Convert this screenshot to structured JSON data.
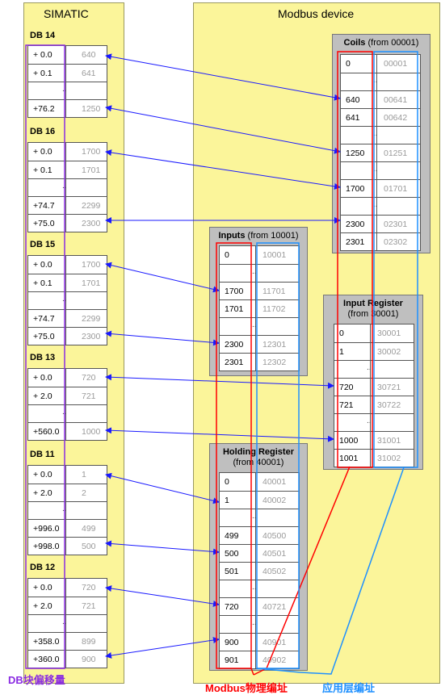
{
  "simatic": {
    "title": "SIMATIC",
    "dbs": [
      {
        "name": "DB 14",
        "rows": [
          {
            "k": "+ 0.0",
            "v": "640"
          },
          {
            "k": "+ 0.1",
            "v": "641"
          },
          {
            "k": "",
            "v": "",
            ":": ""
          },
          {
            "k": "+76.2",
            "v": "1250"
          }
        ]
      },
      {
        "name": "DB 16",
        "rows": [
          {
            "k": "+ 0.0",
            "v": "1700"
          },
          {
            "k": "+ 0.1",
            "v": "1701"
          },
          {
            "k": "",
            "v": ""
          },
          {
            "k": "+74.7",
            "v": "2299"
          },
          {
            "k": "+75.0",
            "v": "2300"
          }
        ]
      },
      {
        "name": "DB 15",
        "rows": [
          {
            "k": "+ 0.0",
            "v": "1700"
          },
          {
            "k": "+ 0.1",
            "v": "1701"
          },
          {
            "k": "",
            "v": ""
          },
          {
            "k": "+74.7",
            "v": "2299"
          },
          {
            "k": "+75.0",
            "v": "2300"
          }
        ]
      },
      {
        "name": "DB 13",
        "rows": [
          {
            "k": "+ 0.0",
            "v": "720"
          },
          {
            "k": "+ 2.0",
            "v": "721"
          },
          {
            "k": "",
            "v": ""
          },
          {
            "k": "+560.0",
            "v": "1000"
          }
        ]
      },
      {
        "name": "DB 11",
        "rows": [
          {
            "k": "+ 0.0",
            "v": "1"
          },
          {
            "k": "+ 2.0",
            "v": "2"
          },
          {
            "k": "",
            "v": ""
          },
          {
            "k": "+996.0",
            "v": "499"
          },
          {
            "k": "+998.0",
            "v": "500"
          }
        ]
      },
      {
        "name": "DB 12",
        "rows": [
          {
            "k": "+ 0.0",
            "v": "720"
          },
          {
            "k": "+ 2.0",
            "v": "721"
          },
          {
            "k": "",
            "v": ""
          },
          {
            "k": "+358.0",
            "v": "899"
          },
          {
            "k": "+360.0",
            "v": "900"
          }
        ]
      }
    ]
  },
  "modbus": {
    "title": "Modbus device",
    "coils": {
      "name": "Coils",
      "sub": "(from 00001)",
      "rows": [
        {
          "k": "0",
          "v": "00001"
        },
        {
          "k": "",
          "v": ""
        },
        {
          "k": "640",
          "v": "00641"
        },
        {
          "k": "641",
          "v": "00642"
        },
        {
          "k": "",
          "v": ""
        },
        {
          "k": "1250",
          "v": "01251"
        },
        {
          "k": "",
          "v": ""
        },
        {
          "k": "1700",
          "v": "01701"
        },
        {
          "k": "",
          "v": ""
        },
        {
          "k": "2300",
          "v": "02301"
        },
        {
          "k": "2301",
          "v": "02302"
        }
      ]
    },
    "inputs": {
      "name": "Inputs",
      "sub": "(from 10001)",
      "rows": [
        {
          "k": "0",
          "v": "10001"
        },
        {
          "k": "",
          "v": ""
        },
        {
          "k": "1700",
          "v": "11701"
        },
        {
          "k": "1701",
          "v": "11702"
        },
        {
          "k": "",
          "v": ""
        },
        {
          "k": "2300",
          "v": "12301"
        },
        {
          "k": "2301",
          "v": "12302"
        }
      ]
    },
    "input_register": {
      "name": "Input Register",
      "sub": "(from 30001)",
      "rows": [
        {
          "k": "0",
          "v": "30001"
        },
        {
          "k": "1",
          "v": "30002"
        },
        {
          "k": "",
          "v": ""
        },
        {
          "k": "720",
          "v": "30721"
        },
        {
          "k": "721",
          "v": "30722"
        },
        {
          "k": "",
          "v": ""
        },
        {
          "k": "1000",
          "v": "31001"
        },
        {
          "k": "1001",
          "v": "31002"
        }
      ]
    },
    "holding_register": {
      "name": "Holding Register",
      "sub": "(from 40001)",
      "rows": [
        {
          "k": "0",
          "v": "40001"
        },
        {
          "k": "1",
          "v": "40002"
        },
        {
          "k": "",
          "v": ""
        },
        {
          "k": "499",
          "v": "40500"
        },
        {
          "k": "500",
          "v": "40501"
        },
        {
          "k": "501",
          "v": "40502"
        },
        {
          "k": "",
          "v": ""
        },
        {
          "k": "720",
          "v": "40721"
        },
        {
          "k": "",
          "v": ""
        },
        {
          "k": "900",
          "v": "40901"
        },
        {
          "k": "901",
          "v": "40902"
        }
      ]
    }
  },
  "dots": "..",
  "legend": {
    "db_offset": "DB块偏移量",
    "modbus_physical": "Modbus物理编址",
    "app_layer": "应用层编址"
  },
  "colors": {
    "panel": "#fbf59a",
    "arrow": "#1a1aff",
    "red": "#ff0000",
    "blue": "#1e90ff",
    "purple": "#8a2be2"
  }
}
